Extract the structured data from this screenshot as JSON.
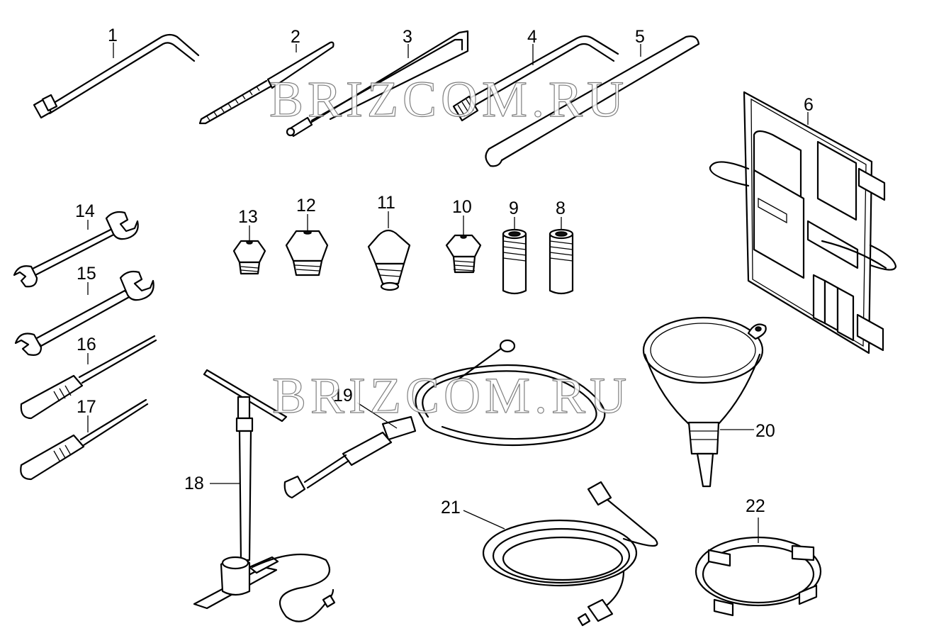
{
  "watermarks": [
    "BRIZCOM.RU",
    "BRIZCOM.RU"
  ],
  "callouts": {
    "c1": "1",
    "c2": "2",
    "c3": "3",
    "c4": "4",
    "c5": "5",
    "c6": "6",
    "c8": "8",
    "c9": "9",
    "c10": "10",
    "c11": "11",
    "c12": "12",
    "c13": "13",
    "c14": "14",
    "c15": "15",
    "c16": "16",
    "c17": "17",
    "c18": "18",
    "c19": "19",
    "c20": "20",
    "c21": "21",
    "c22": "22"
  }
}
